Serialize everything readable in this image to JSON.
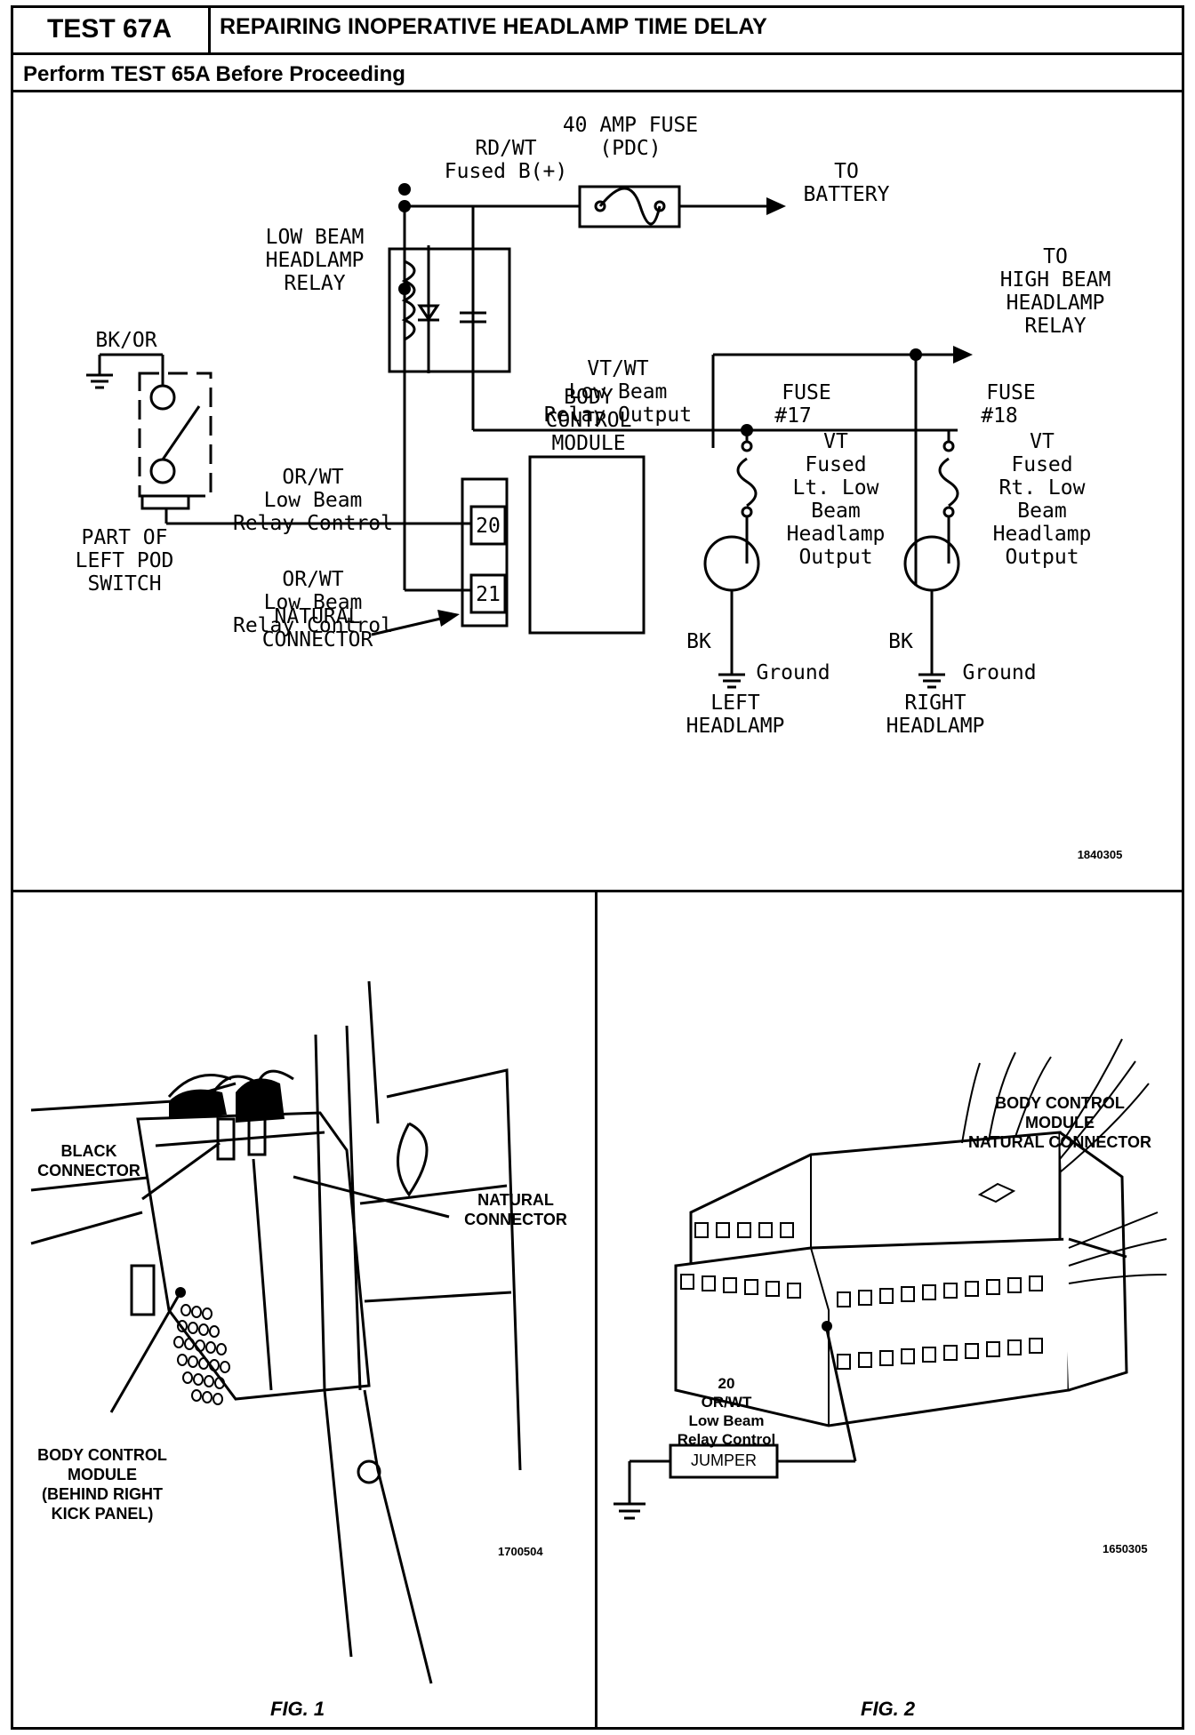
{
  "header": {
    "test_id": "TEST 67A",
    "title": "REPAIRING INOPERATIVE HEADLAMP TIME DELAY",
    "prerequisite": "Perform TEST 65A Before Proceeding"
  },
  "schematic": {
    "figure_id": "1840305",
    "fuse40": [
      "40 AMP FUSE",
      "(PDC)"
    ],
    "rdwt": [
      "RD/WT",
      "Fused B(+)"
    ],
    "to_battery": [
      "TO",
      "BATTERY"
    ],
    "relay": [
      "LOW BEAM",
      "HEADLAMP",
      "RELAY"
    ],
    "to_high_beam": [
      "TO",
      "HIGH BEAM",
      "HEADLAMP",
      "RELAY"
    ],
    "vtwt": [
      "VT/WT",
      "Low Beam",
      "Relay Output"
    ],
    "bkor": "BK/OR",
    "orwt1": [
      "OR/WT",
      "Low Beam",
      "Relay Control"
    ],
    "orwt2": [
      "OR/WT",
      "Low Beam",
      "Relay Control"
    ],
    "bcm": [
      "BODY",
      "CONTROL",
      "MODULE"
    ],
    "pin20": "20",
    "pin21": "21",
    "switch": [
      "PART OF",
      "LEFT POD",
      "SWITCH"
    ],
    "natural_connector": [
      "NATURAL",
      "CONNECTOR"
    ],
    "fuse17": [
      "FUSE",
      "#17"
    ],
    "fuse18": [
      "FUSE",
      "#18"
    ],
    "left_output": [
      "VT",
      "Fused",
      "Lt. Low",
      "Beam",
      "Headlamp",
      "Output"
    ],
    "right_output": [
      "VT",
      "Fused",
      "Rt. Low",
      "Beam",
      "Headlamp",
      "Output"
    ],
    "bk_left": "BK",
    "bk_right": "BK",
    "ground_left": "Ground",
    "ground_right": "Ground",
    "left_headlamp": [
      "LEFT",
      "HEADLAMP"
    ],
    "right_headlamp": [
      "RIGHT",
      "HEADLAMP"
    ]
  },
  "fig1": {
    "caption": "FIG. 1",
    "figure_id": "1700504",
    "black_connector": [
      "BLACK",
      "CONNECTOR"
    ],
    "natural_connector": [
      "NATURAL",
      "CONNECTOR"
    ],
    "bcm": [
      "BODY CONTROL",
      "MODULE",
      "(BEHIND RIGHT",
      "KICK PANEL)"
    ]
  },
  "fig2": {
    "caption": "FIG. 2",
    "figure_id": "1650305",
    "bcm": [
      "BODY CONTROL",
      "MODULE",
      "NATURAL CONNECTOR"
    ],
    "pin": [
      "20",
      "OR/WT",
      "Low Beam",
      "Relay Control"
    ],
    "jumper": "JUMPER"
  }
}
